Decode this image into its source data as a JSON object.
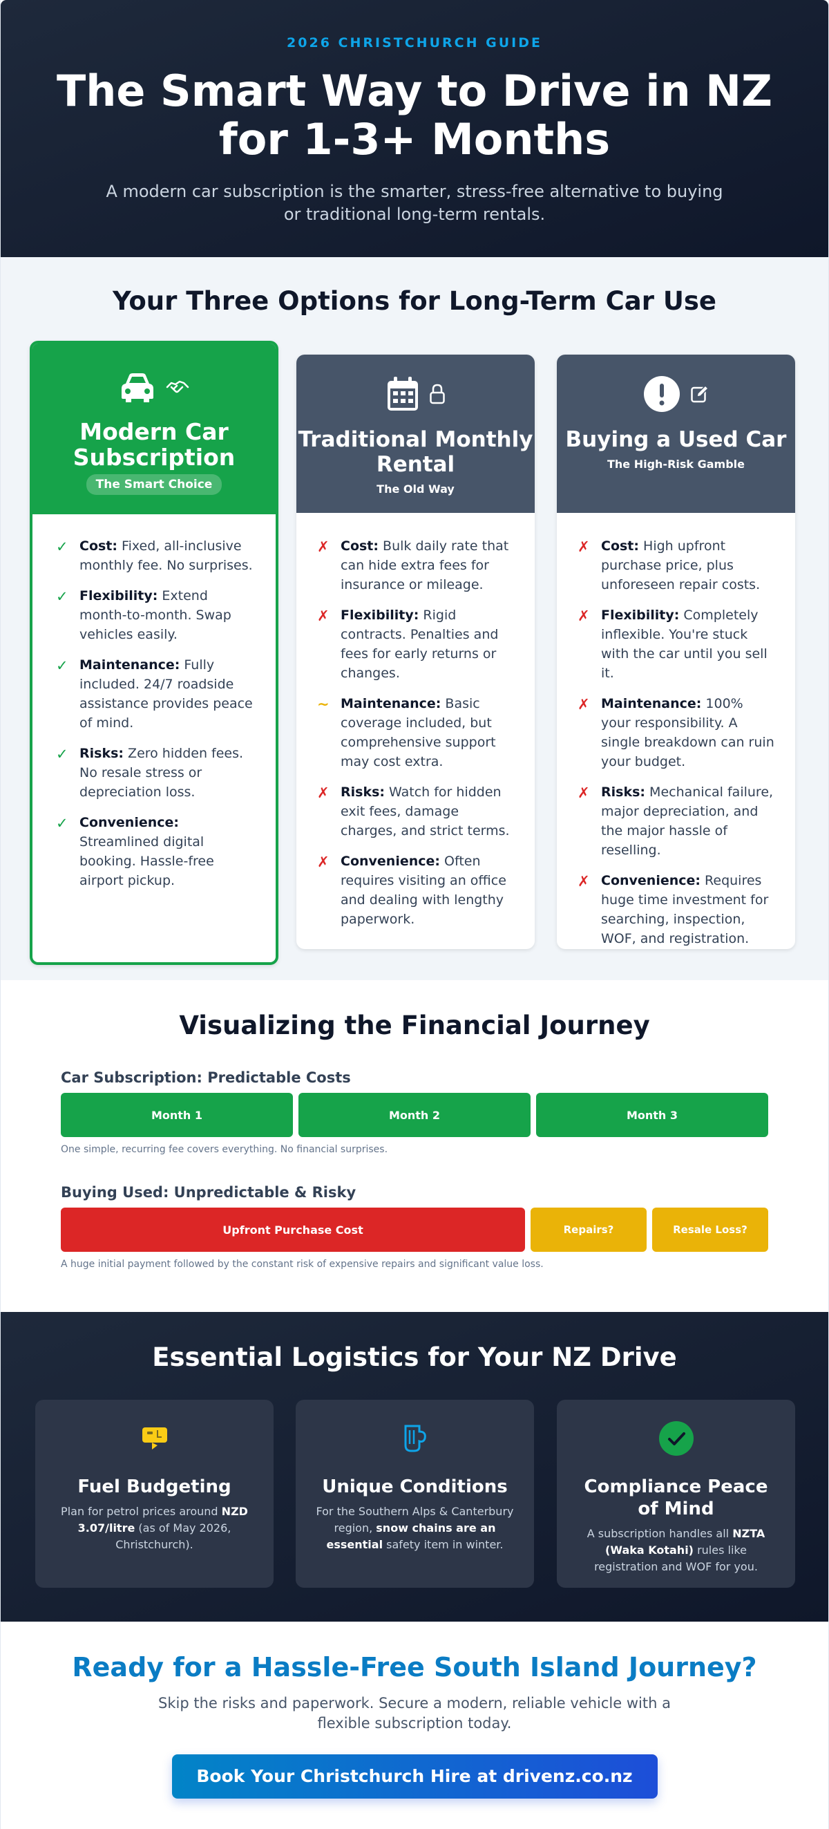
{
  "hero": {
    "eyebrow": "2026 CHRISTCHURCH GUIDE",
    "title": "The Smart Way to Drive in NZ for 1-3+ Months",
    "subtitle": "A modern car subscription is the smarter, stress-free alternative to buying or traditional long-term rentals."
  },
  "options": {
    "title": "Your Three Options for Long-Term Car Use",
    "cards": [
      {
        "title": "Modern Car Subscription",
        "badge": "The Smart Choice",
        "icons": [
          "car-icon",
          "handshake-icon"
        ],
        "items": [
          {
            "label": "Cost:",
            "text": "Fixed, all-inclusive monthly fee. No surprises."
          },
          {
            "label": "Flexibility:",
            "text": "Extend month-to-month. Swap vehicles easily."
          },
          {
            "label": "Maintenance:",
            "text": "Fully included. 24/7 roadside assistance provides peace of mind."
          },
          {
            "label": "Risks:",
            "text": "Zero hidden fees. No resale stress or depreciation loss."
          },
          {
            "label": "Convenience:",
            "text": "Streamlined digital booking. Hassle-free airport pickup."
          }
        ]
      },
      {
        "title": "Traditional Monthly Rental",
        "tagline": "The Old Way",
        "icons": [
          "calendar-icon",
          "lock-icon"
        ],
        "items": [
          {
            "label": "Cost:",
            "text": "Bulk daily rate that can hide extra fees for insurance or mileage."
          },
          {
            "label": "Flexibility:",
            "text": "Rigid contracts. Penalties and fees for early returns or changes."
          },
          {
            "label": "Maintenance:",
            "text": "Basic coverage included, but comprehensive support may cost extra."
          },
          {
            "label": "Risks:",
            "text": "Watch for hidden exit fees, damage charges, and strict terms."
          },
          {
            "label": "Convenience:",
            "text": "Often requires visiting an office and dealing with lengthy paperwork."
          }
        ]
      },
      {
        "title": "Buying a Used Car",
        "tagline": "The High-Risk Gamble",
        "icons": [
          "exclamation-icon",
          "edit-icon"
        ],
        "items": [
          {
            "label": "Cost:",
            "text": "High upfront purchase price, plus unforeseen repair costs."
          },
          {
            "label": "Flexibility:",
            "text": "Completely inflexible. You're stuck with the car until you sell it."
          },
          {
            "label": "Maintenance:",
            "text": "100% your responsibility. A single breakdown can ruin your budget."
          },
          {
            "label": "Risks:",
            "text": "Mechanical failure, major depreciation, and the major hassle of reselling."
          },
          {
            "label": "Convenience:",
            "text": "Requires huge time investment for searching, inspection, WOF, and registration."
          }
        ]
      }
    ],
    "marks": {
      "good": "✓",
      "bad": "✗",
      "warn": "~"
    }
  },
  "finance": {
    "title": "Visualizing the Financial Journey",
    "subscription": {
      "label": "Car Subscription: Predictable Costs",
      "segments": [
        "Month 1",
        "Month 2",
        "Month 3"
      ],
      "note": "One simple, recurring fee covers everything. No financial surprises."
    },
    "buying": {
      "label": "Buying Used: Unpredictable & Risky",
      "segments": [
        "Upfront Purchase Cost",
        "Repairs?",
        "Resale Loss?"
      ],
      "note": "A huge initial payment followed by the constant risk of expensive repairs and significant value loss."
    }
  },
  "logistics": {
    "title": "Essential Logistics for Your NZ Drive",
    "cards": [
      {
        "icon": "fuel-pump-icon",
        "title": "Fuel Budgeting",
        "pre": "Plan for petrol prices around ",
        "bold": "NZD 3.07/litre",
        "post": " (as of May 2026, Christchurch)."
      },
      {
        "icon": "snow-chains-icon",
        "title": "Unique Conditions",
        "pre": "For the Southern Alps & Canterbury region, ",
        "bold": "snow chains are an essential",
        "post": " safety item in winter."
      },
      {
        "icon": "check-circle-icon",
        "title": "Compliance Peace of Mind",
        "pre": "A subscription handles all ",
        "bold": "NZTA (Waka Kotahi)",
        "post": " rules like registration and WOF for you."
      }
    ]
  },
  "cta": {
    "title": "Ready for a Hassle-Free South Island Journey?",
    "text": "Skip the risks and paperwork. Secure a modern, reliable vehicle with a flexible subscription today.",
    "button": "Book Your Christchurch Hire at drivenz.co.nz"
  },
  "colors": {
    "accent_green": "#16a34a",
    "slate": "#475569",
    "danger": "#dc2626",
    "warning": "#eab308",
    "navy": "#0f172a",
    "cta_blue": "#0a7cc4"
  }
}
